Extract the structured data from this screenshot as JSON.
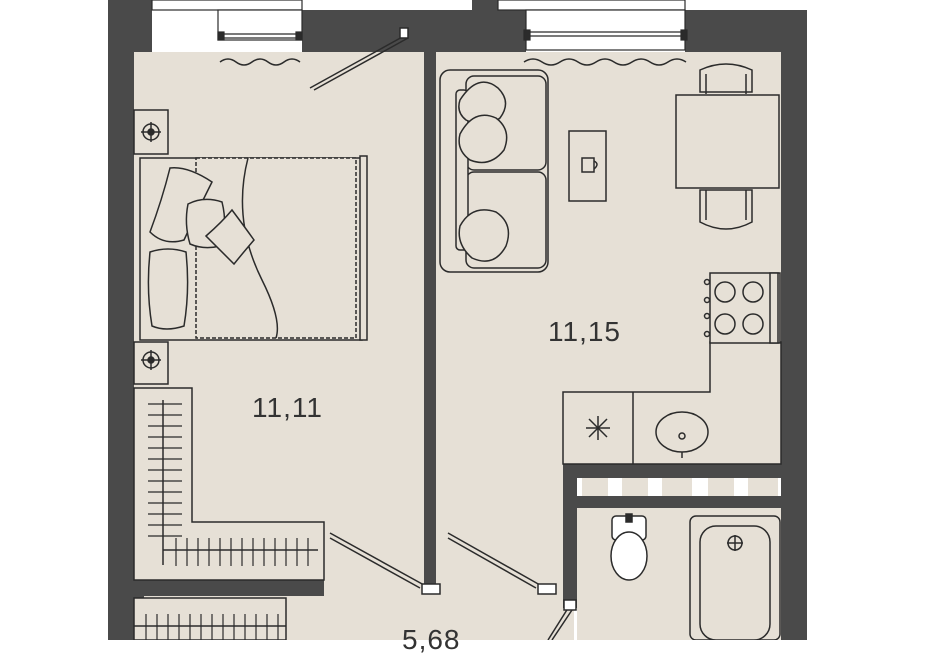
{
  "colors": {
    "wall": "#4a4a4a",
    "floor": "#e6e0d6",
    "line": "#2b2b2b",
    "furniture_fill": "#e6e0d6",
    "background": "#ffffff"
  },
  "rooms": [
    {
      "id": "bedroom",
      "area": "11,11"
    },
    {
      "id": "living-kitchen",
      "area": "11,15"
    },
    {
      "id": "hallway",
      "area": "5,68"
    }
  ],
  "icons": [
    "bed-icon",
    "pillow-icon",
    "nightstand-icon",
    "wardrobe-icon",
    "sofa-icon",
    "coffee-table-icon",
    "dining-table-icon",
    "chair-icon",
    "stove-icon",
    "fridge-icon",
    "sink-icon",
    "toilet-icon",
    "bathtub-icon",
    "window-icon",
    "door-icon",
    "curtain-icon"
  ]
}
